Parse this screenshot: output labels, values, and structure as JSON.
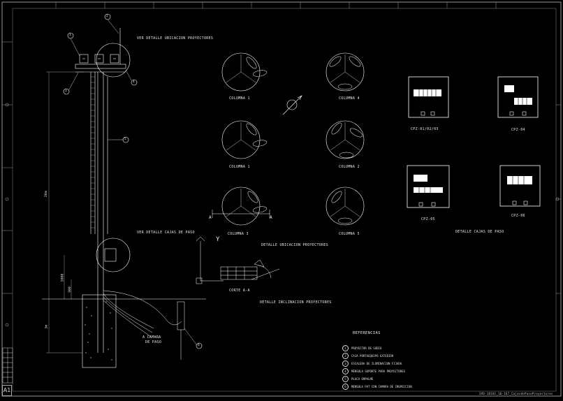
{
  "labels": {
    "ver_detalle_ubicacion": "VER DETALLE UBICACION PROYECTORES",
    "ver_detalle_cajas": "VER DETALLE CAJAS DE PASO",
    "a_camara": "A CAMARA",
    "de_paso": "DE PASO",
    "detalle_ubicacion": "DETALLE UBICACION PROYECTORES",
    "detalle_inclinacion": "DETALLE INCLINACION PROYECTORES",
    "detalle_cajas": "DETALLE CAJAS DE PASO",
    "corte": "CORTE A-A",
    "axis_y": "Y",
    "sheet_size": "A1",
    "file_name": "3VD-18101_16-167_CajasdePasoProyectores"
  },
  "columns": [
    "COLUMNA 1",
    "COLUMNA 4",
    "COLUMNA 1",
    "COLUMNA 2",
    "COLUMNA 3",
    "COLUMNA 5"
  ],
  "section_marks": [
    "A",
    "A"
  ],
  "boxes": [
    "CPZ-01/02/03",
    "CPZ-04",
    "CPZ-05",
    "CPZ-06"
  ],
  "dimensions": [
    "20m",
    "1000",
    "300",
    "3m"
  ],
  "references": {
    "title": "REFERENCIAS",
    "items": [
      {
        "num": "1",
        "text": "PROYECTOR DE SODIO"
      },
      {
        "num": "2",
        "text": "CAJA PORTAEQUIPO EXTERIOR"
      },
      {
        "num": "3",
        "text": "ESCALERA DE ILUMINACION FIJADA"
      },
      {
        "num": "4",
        "text": "MENSULA SOPORTE PARA PROYECTORES"
      },
      {
        "num": "5",
        "text": "PLACA EMPALME"
      },
      {
        "num": "6",
        "text": "MENSULA PAT CON CAMARA DE INSPECCION"
      }
    ]
  },
  "callouts": [
    "1",
    "2",
    "3",
    "4",
    "5",
    "6"
  ],
  "colors": {
    "background": "#000000",
    "lines": "#ffffff",
    "frame": "#bbbbbb"
  }
}
